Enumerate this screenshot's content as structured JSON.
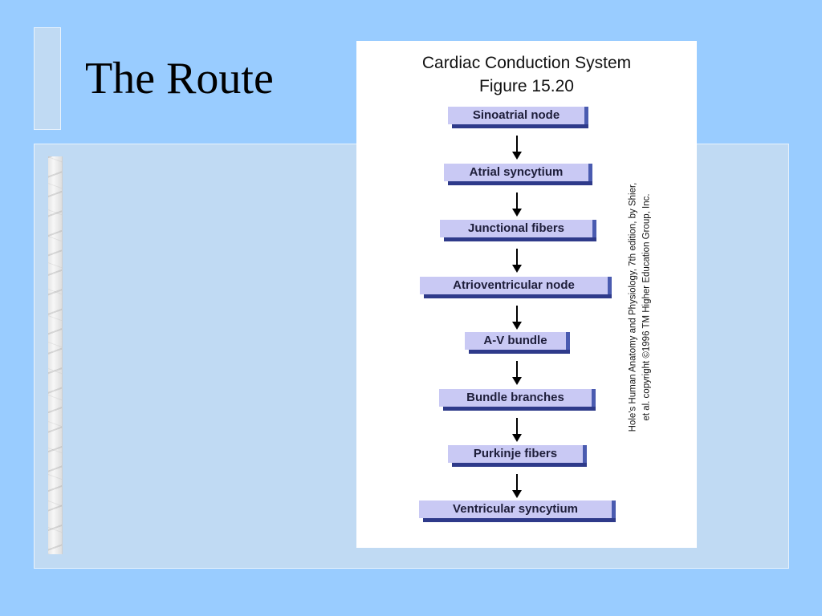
{
  "slide": {
    "title": "The Route"
  },
  "figure": {
    "title_line1": "Cardiac Conduction System",
    "title_line2": "Figure 15.20",
    "steps": [
      "Sinoatrial node",
      "Atrial syncytium",
      "Junctional fibers",
      "Atrioventricular node",
      "A-V bundle",
      "Bundle branches",
      "Purkinje fibers",
      "Ventricular syncytium"
    ],
    "credit_line1": "Hole's Human Anatomy and Physiology, 7th edition, by Shier,",
    "credit_line2": "et al. copyright ©1996 TM Higher Education Group, Inc.",
    "colors": {
      "box_face": "#c9c9f4",
      "box_shadow": "#2e3a8a",
      "slide_background": "#99ccff",
      "panel": "#c0daf3"
    }
  }
}
